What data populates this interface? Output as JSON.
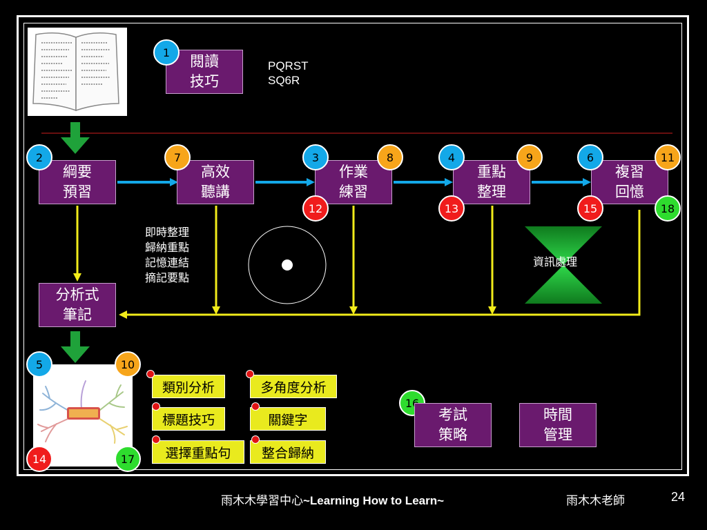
{
  "reading": {
    "label_line1": "閱讀",
    "label_line2": "技巧",
    "note_line1": "PQRST",
    "note_line2": "SQ6R"
  },
  "flow": {
    "preview": {
      "line1": "綱要",
      "line2": "預習"
    },
    "listening": {
      "line1": "高效",
      "line2": "聽講"
    },
    "homework": {
      "line1": "作業",
      "line2": "練習"
    },
    "keypoints": {
      "line1": "重點",
      "line2": "整理"
    },
    "review": {
      "line1": "複習",
      "line2": "回憶"
    }
  },
  "notes_box": {
    "line1": "分析式",
    "line2": "筆記"
  },
  "listening_tips": [
    "即時整理",
    "歸納重點",
    "記憶連結",
    "摘記要點"
  ],
  "info_processing": "資訊處理",
  "numbers": {
    "n1": "1",
    "n2": "2",
    "n3": "3",
    "n4": "4",
    "n5": "5",
    "n6": "6",
    "n7": "7",
    "n8": "8",
    "n9": "9",
    "n10": "10",
    "n11": "11",
    "n12": "12",
    "n13": "13",
    "n14": "14",
    "n15": "15",
    "n16": "16",
    "n17": "17",
    "n18": "18"
  },
  "skills": [
    "類別分析",
    "多角度分析",
    "標題技巧",
    "關鍵字",
    "選擇重點句",
    "整合歸納"
  ],
  "exam": {
    "line1": "考試",
    "line2": "策略"
  },
  "time": {
    "line1": "時間",
    "line2": "管理"
  },
  "footer": {
    "center_cn": "雨木木學習中心",
    "center_en": "~Learning How to Learn~",
    "teacher": "雨木木老師",
    "page": "24"
  },
  "colors": {
    "box_purple": "#6a1a6e",
    "arrow_blue": "#13a8e8",
    "arrow_yellow": "#f2ec1a",
    "arrow_green": "#1fa23a",
    "skill_yellow": "#e9ea1e"
  }
}
